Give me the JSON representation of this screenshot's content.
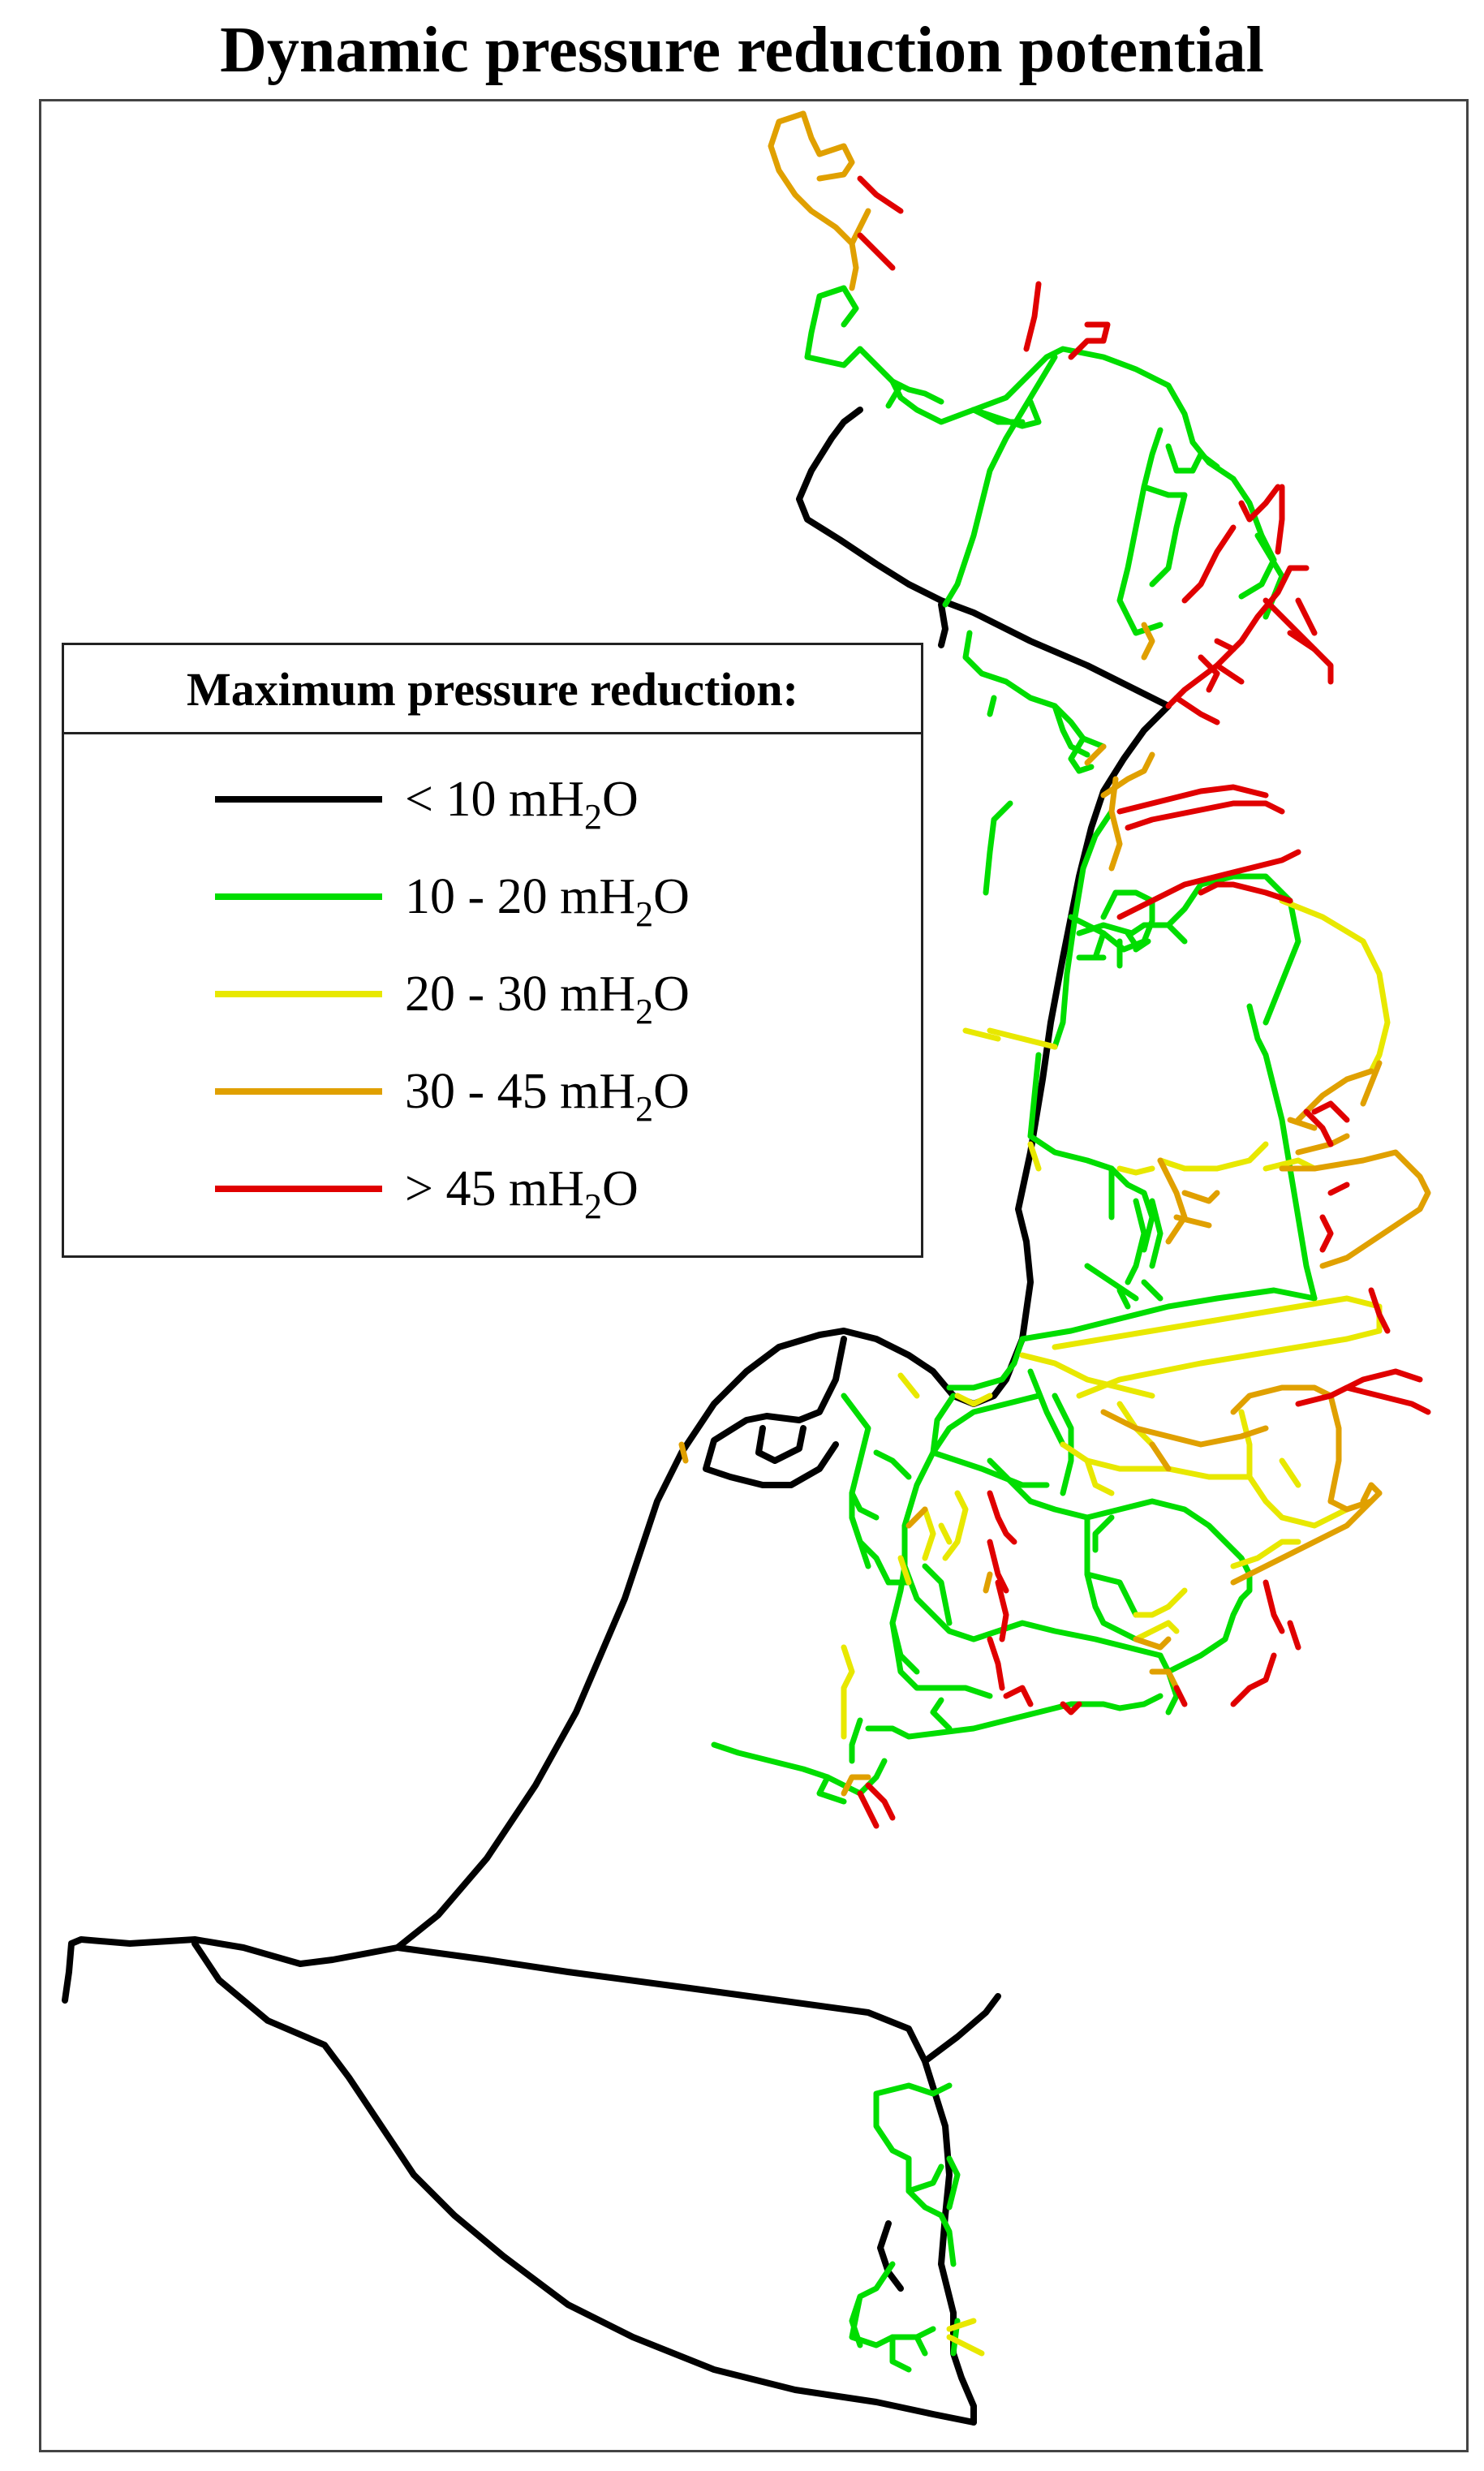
{
  "title": "Dynamic pressure reduction potential",
  "legend": {
    "title": "Maximum pressure reduction:",
    "items": [
      {
        "id": "lt10",
        "pre": "< 10 mH",
        "sub": "2",
        "post": "O",
        "color": "#000000"
      },
      {
        "id": "10-20",
        "pre": "10 - 20 mH",
        "sub": "2",
        "post": "O",
        "color": "#00dd00"
      },
      {
        "id": "20-30",
        "pre": "20 - 30 mH",
        "sub": "2",
        "post": "O",
        "color": "#e8e800"
      },
      {
        "id": "30-45",
        "pre": "30 - 45 mH",
        "sub": "2",
        "post": "O",
        "color": "#e0a000"
      },
      {
        "id": "gt45",
        "pre": "> 45 mH",
        "sub": "2",
        "post": "O",
        "color": "#e00000"
      }
    ]
  }
}
